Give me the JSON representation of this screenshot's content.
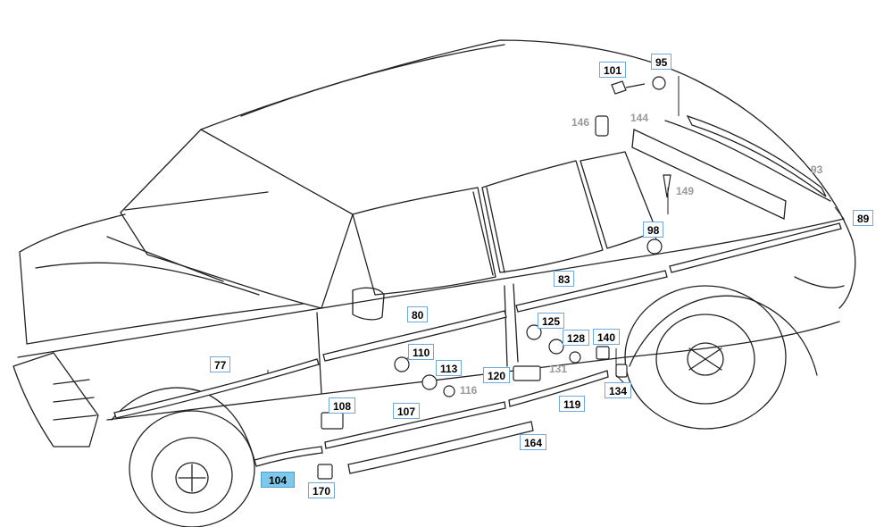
{
  "diagram": {
    "selected_part": "104",
    "parts": {
      "p77": "77",
      "p80": "80",
      "p83": "83",
      "p89": "89",
      "p95": "95",
      "p98": "98",
      "p101": "101",
      "p104": "104",
      "p107": "107",
      "p108": "108",
      "p110": "110",
      "p113": "113",
      "p119": "119",
      "p120": "120",
      "p125": "125",
      "p128": "128",
      "p134": "134",
      "p140": "140",
      "p164": "164",
      "p170": "170"
    },
    "ghost_parts": {
      "g93": "93",
      "g116": "116",
      "g131": "131",
      "g144": "144",
      "g146": "146",
      "g149": "149"
    },
    "colors": {
      "callout_border": "#6fa8dc",
      "selected_fill": "#7ec8ec",
      "ghost_text": "#9a9a9a",
      "line": "#222222"
    }
  }
}
